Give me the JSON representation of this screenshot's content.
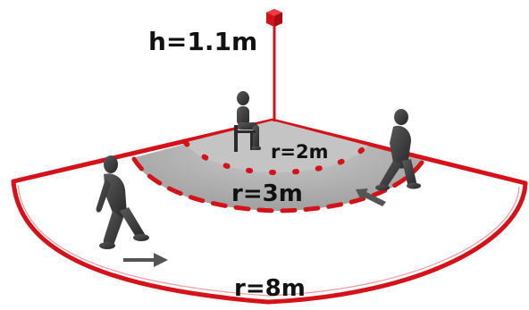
{
  "labels": {
    "height": "h=1.1m",
    "inner_radius": "r=2m",
    "middle_radius": "r=3m",
    "outer_radius": "r=8m"
  },
  "colors": {
    "sensor_red": "#d4121a",
    "floor_gray": "#a8a8a8",
    "inner_floor_gray": "#bdbdbd",
    "figure_dark": "#3a3a3a",
    "arrow_gray": "#555555"
  },
  "icons": {
    "sensor": "red-cube-icon",
    "person_sitting": "person-sitting-icon",
    "person_walking": "person-walking-icon",
    "arrow": "arrow-right-icon"
  }
}
